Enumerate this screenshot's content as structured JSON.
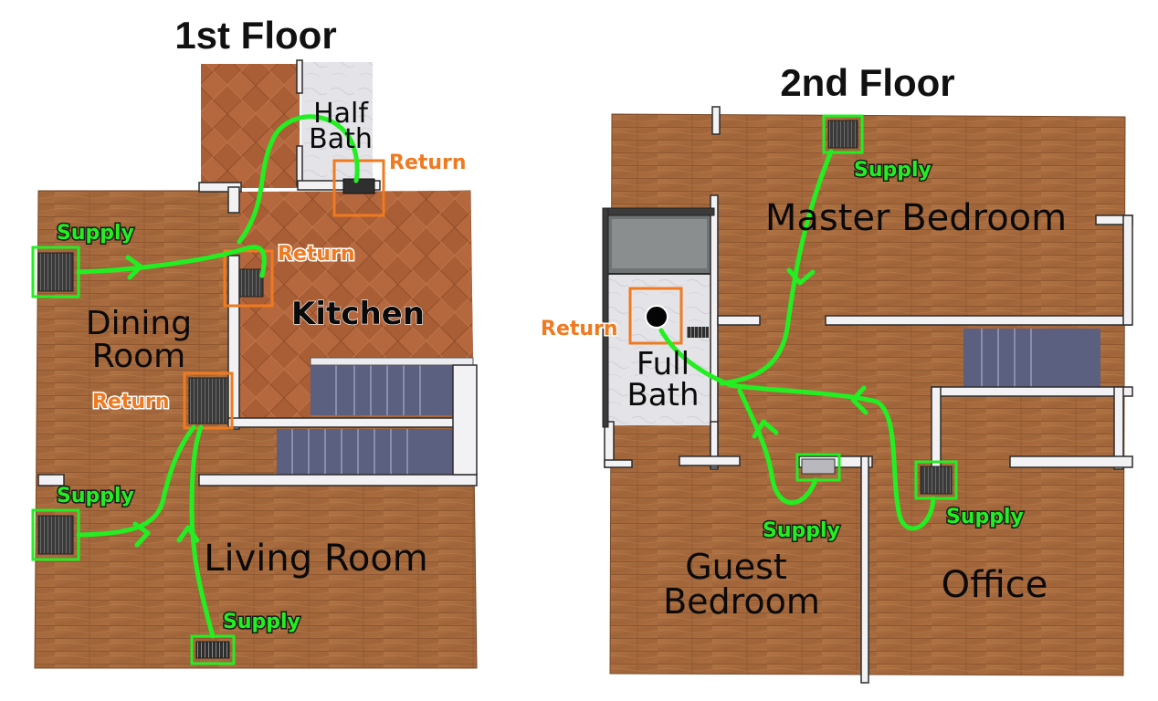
{
  "floors": {
    "first": {
      "title": "1st Floor"
    },
    "second": {
      "title": "2nd Floor"
    }
  },
  "rooms": {
    "half_bath": [
      "Half",
      "Bath"
    ],
    "kitchen": "Kitchen",
    "dining_room": [
      "Dining",
      "Room"
    ],
    "living_room": "Living Room",
    "master_bedroom": "Master Bedroom",
    "full_bath": [
      "Full",
      "Bath"
    ],
    "guest_bedroom": [
      "Guest",
      "Bedroom"
    ],
    "office": "Office"
  },
  "labels": {
    "supply": "Supply",
    "return": "Return"
  },
  "colors": {
    "supply": "#22ee22",
    "return": "#f07a20",
    "wood": "#a7683c",
    "parquet": "#b3643c",
    "tile": "#e3e3e6",
    "stairs": "#5b5f80"
  }
}
